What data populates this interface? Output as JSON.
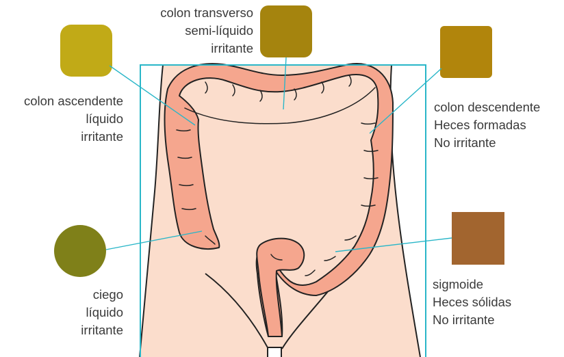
{
  "colors": {
    "frame": "#29b6c8",
    "skin": "#fbddcc",
    "skin_outline": "#222222",
    "colon": "#f5a68e",
    "colon_outline": "#222222",
    "leader": "#29b6c8"
  },
  "segments": [
    {
      "id": "transverse",
      "lines": [
        "colon transverso",
        "semi-líquido",
        "irritante"
      ],
      "swatch_color": "#a5840e",
      "swatch_shape": "rounded-square"
    },
    {
      "id": "ascending",
      "lines": [
        "colon ascendente",
        "líquido",
        "irritante"
      ],
      "swatch_color": "#c1aa17",
      "swatch_shape": "rounded-square"
    },
    {
      "id": "descending",
      "lines": [
        "colon descendente",
        "Heces formadas",
        "No irritante"
      ],
      "swatch_color": "#b1850c",
      "swatch_shape": "rounded-square"
    },
    {
      "id": "cecum",
      "lines": [
        "ciego",
        "líquido",
        "irritante"
      ],
      "swatch_color": "#7f8019",
      "swatch_shape": "circle"
    },
    {
      "id": "sigmoid",
      "lines": [
        "sigmoide",
        "Heces sólidas",
        "No irritante"
      ],
      "swatch_color": "#a2652f",
      "swatch_shape": "square"
    }
  ]
}
